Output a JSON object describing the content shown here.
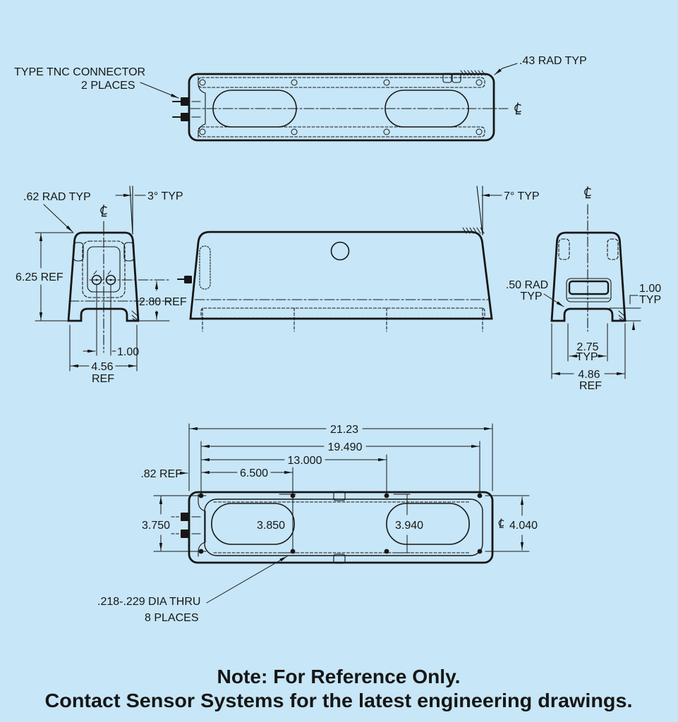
{
  "colors": {
    "background": "#c7e6f7",
    "line": "#161616"
  },
  "labels": {
    "type_tnc_line1": "TYPE TNC CONNECTOR",
    "type_tnc_line2": "2 PLACES",
    "rad43": ".43 RAD TYP",
    "rad62": ".62 RAD TYP",
    "deg3": "3° TYP",
    "deg7": "7° TYP",
    "rad50_line1": ".50 RAD",
    "rad50_line2": "TYP",
    "dim625": "6.25 REF",
    "dim280": "2.80 REF",
    "dim100_left": "1.00",
    "dim456": "4.56",
    "dim456_ref": "REF",
    "dim100_right": "1.00",
    "dim100_right_typ": "TYP",
    "dim275": "2.75",
    "dim275_typ": "TYP",
    "dim486": "4.86",
    "dim486_ref": "REF",
    "dim2123": "21.23",
    "dim19490": "19.490",
    "dim13000": "13.000",
    "dim6500": "6.500",
    "dim82": ".82 REF",
    "dim3750": "3.750",
    "dim3850": "3.850",
    "dim3940": "3.940",
    "dim4040": "4.040",
    "hole_note_line1": ".218-.229 DIA THRU",
    "hole_note_line2": "8 PLACES"
  },
  "note": {
    "line1": "Note: For Reference Only.",
    "line2": "Contact Sensor Systems for the latest engineering drawings."
  }
}
